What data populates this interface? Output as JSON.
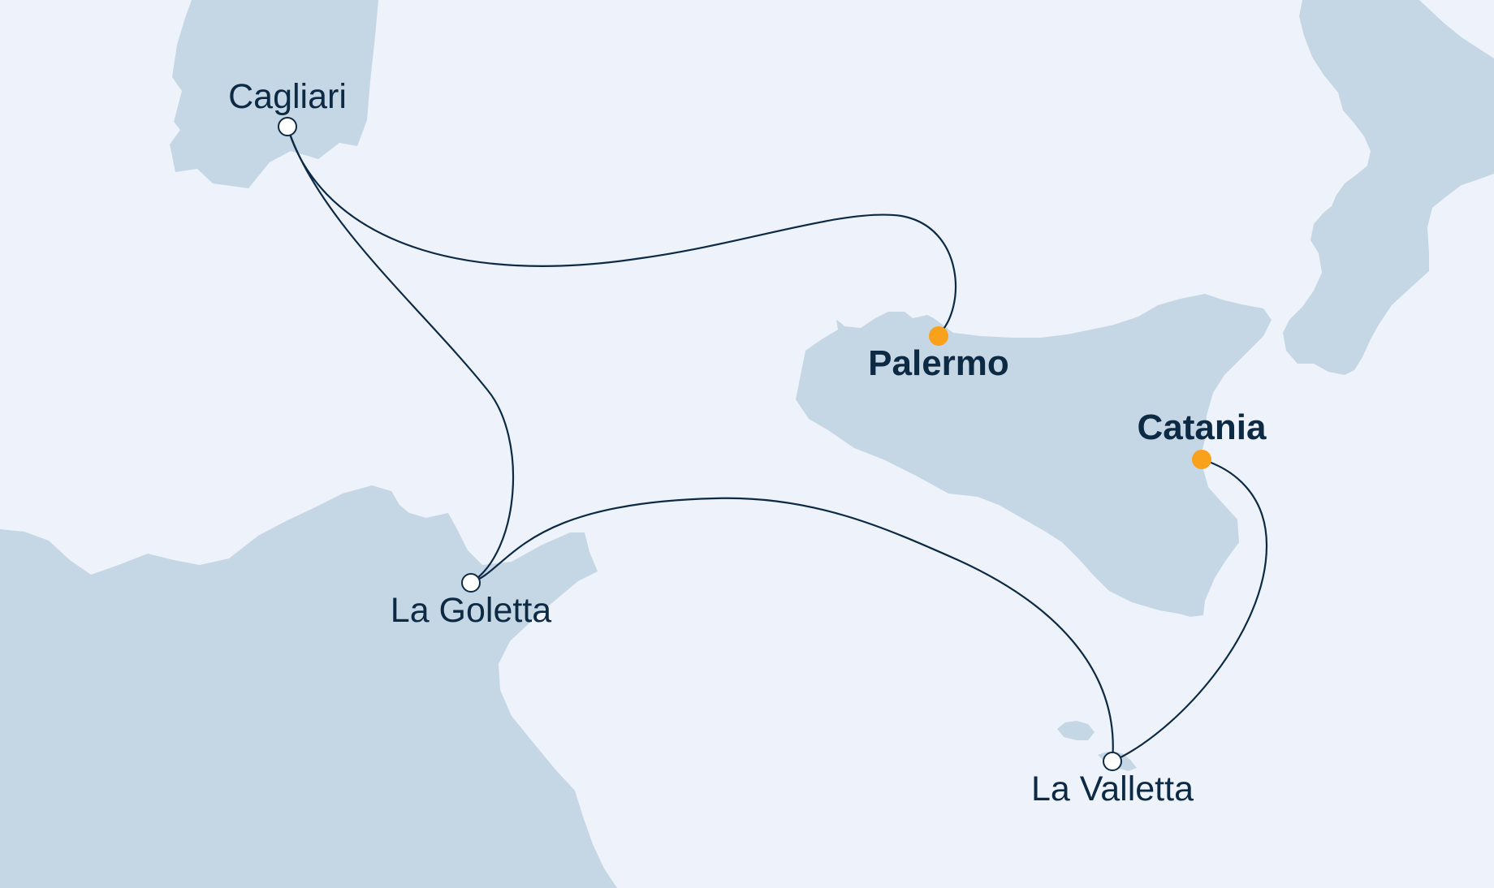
{
  "colors": {
    "sea": "#eef3fb",
    "land": "#c5d6e5",
    "route": "#0d2a44",
    "label": "#0d2a44",
    "marker_highlight": "#f9a11b",
    "marker_default": "#ffffff"
  },
  "ports": {
    "cagliari": {
      "name": "Cagliari",
      "highlight": false
    },
    "palermo": {
      "name": "Palermo",
      "highlight": true
    },
    "catania": {
      "name": "Catania",
      "highlight": true
    },
    "la_goletta": {
      "name": "La Goletta",
      "highlight": false
    },
    "la_valletta": {
      "name": "La Valletta",
      "highlight": false
    }
  },
  "route_legs": [
    {
      "from": "palermo",
      "to": "cagliari"
    },
    {
      "from": "cagliari",
      "to": "la_goletta"
    },
    {
      "from": "la_goletta",
      "to": "la_valletta"
    },
    {
      "from": "la_valletta",
      "to": "catania"
    }
  ]
}
